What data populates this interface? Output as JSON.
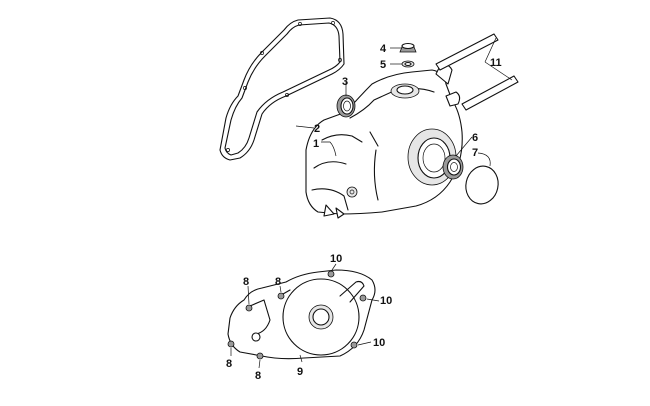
{
  "callouts": {
    "c1": "1",
    "c2": "2",
    "c3": "3",
    "c4": "4",
    "c5": "5",
    "c6": "6",
    "c7": "7",
    "c8a": "8",
    "c8b": "8",
    "c8c": "8",
    "c8d": "8",
    "c9": "9",
    "c10a": "10",
    "c10b": "10",
    "c10c": "10",
    "c11": "11"
  }
}
